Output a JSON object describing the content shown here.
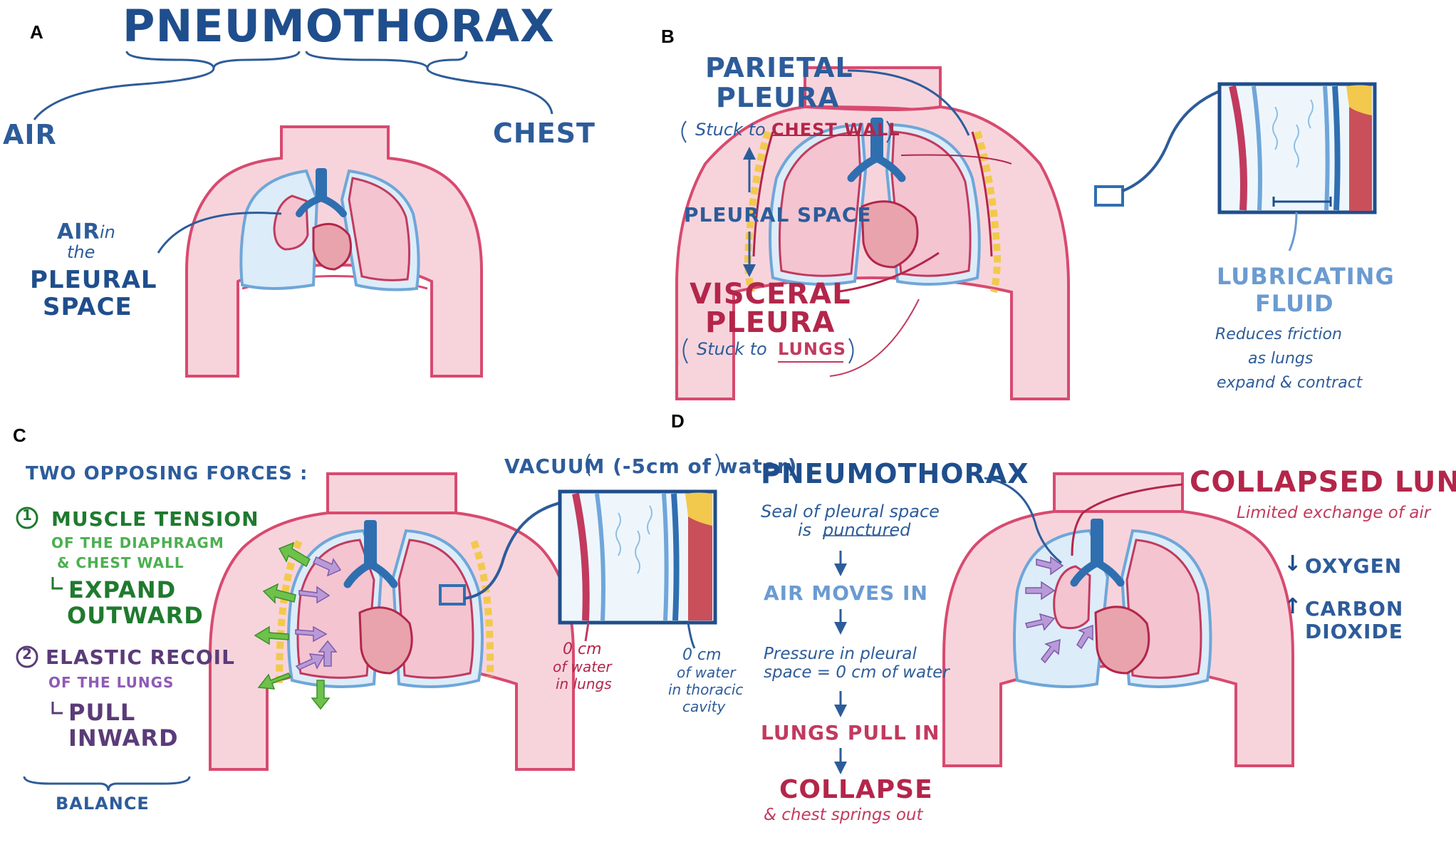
{
  "panels": {
    "a": {
      "letter": "A",
      "title": "PNEUMOTHORAX",
      "left_term": "AIR",
      "right_term": "CHEST",
      "label_line1": "AIR",
      "label_line1b": "in",
      "label_line2": "the",
      "label_line3": "PLEURAL",
      "label_line4": "SPACE"
    },
    "b": {
      "letter": "B",
      "parietal_1": "PARIETAL",
      "parietal_2": "PLEURA",
      "parietal_note_pre": "Stuck to",
      "parietal_note_key": "CHEST WALL",
      "pleural_space": "PLEURAL SPACE",
      "visceral_1": "VISCERAL",
      "visceral_2": "PLEURA",
      "visceral_note_pre": "Stuck to",
      "visceral_note_key": "LUNGS",
      "fluid_1": "LUBRICATING",
      "fluid_2": "FLUID",
      "fluid_note_1": "Reduces friction",
      "fluid_note_2": "as lungs",
      "fluid_note_3": "expand & contract"
    },
    "c": {
      "letter": "C",
      "heading": "TWO OPPOSING FORCES :",
      "force1_num": "1",
      "force1_title": "MUSCLE TENSION",
      "force1_sub1": "OF THE DIAPHRAGM",
      "force1_sub2": "& CHEST WALL",
      "force1_action_1": "EXPAND",
      "force1_action_2": "OUTWARD",
      "force2_num": "2",
      "force2_title": "ELASTIC RECOIL",
      "force2_sub": "OF THE LUNGS",
      "force2_action_1": "PULL",
      "force2_action_2": "INWARD",
      "balance": "BALANCE",
      "vacuum_label": "VACUUM (-5cm of water)",
      "lungs_pressure_1": "0 cm",
      "lungs_pressure_2": "of water",
      "lungs_pressure_3": "in lungs",
      "cavity_pressure_1": "0 cm",
      "cavity_pressure_2": "of water",
      "cavity_pressure_3": "in thoracic",
      "cavity_pressure_4": "cavity"
    },
    "d": {
      "letter": "D",
      "title": "PNEUMOTHORAX",
      "step0_1": "Seal of pleural space",
      "step0_2a": "is",
      "step0_2b": "punctured",
      "step1": "AIR MOVES IN",
      "step2_1": "Pressure in pleural",
      "step2_2": "space = 0 cm of water",
      "step3": "LUNGS PULL IN",
      "step4": "COLLAPSE",
      "step4_note": "& chest springs out",
      "collapsed_title": "COLLAPSED LUNG",
      "collapsed_note": "Limited exchange of air",
      "oxygen_arrow": "↓",
      "oxygen": "OXYGEN",
      "co2_arrow": "↑",
      "co2_1": "CARBON",
      "co2_2": "DIOXIDE"
    }
  },
  "colors": {
    "body_fill": "#f7d4dc",
    "body_outline": "#d84a6f",
    "lung_fill": "#f4c4d1",
    "lung_outline": "#c23a5e",
    "pleura_blue": "#6fa6d9",
    "pleural_space": "#dcecf8",
    "trachea": "#2f6fb0",
    "heart": "#e9a3ad",
    "fat_yellow": "#f2c94c",
    "arrow_green": "#6cc24a",
    "arrow_purple": "#b99ad8"
  }
}
